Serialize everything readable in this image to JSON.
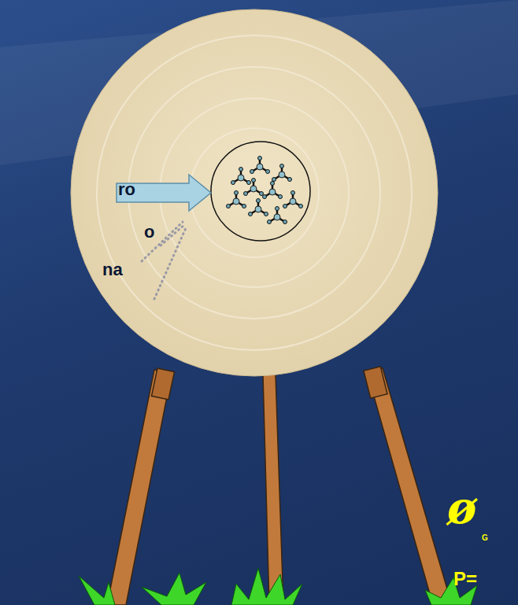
{
  "diagram": {
    "labels": [
      "ro",
      "o",
      "na",
      "ø",
      "G",
      "P="
    ]
  }
}
